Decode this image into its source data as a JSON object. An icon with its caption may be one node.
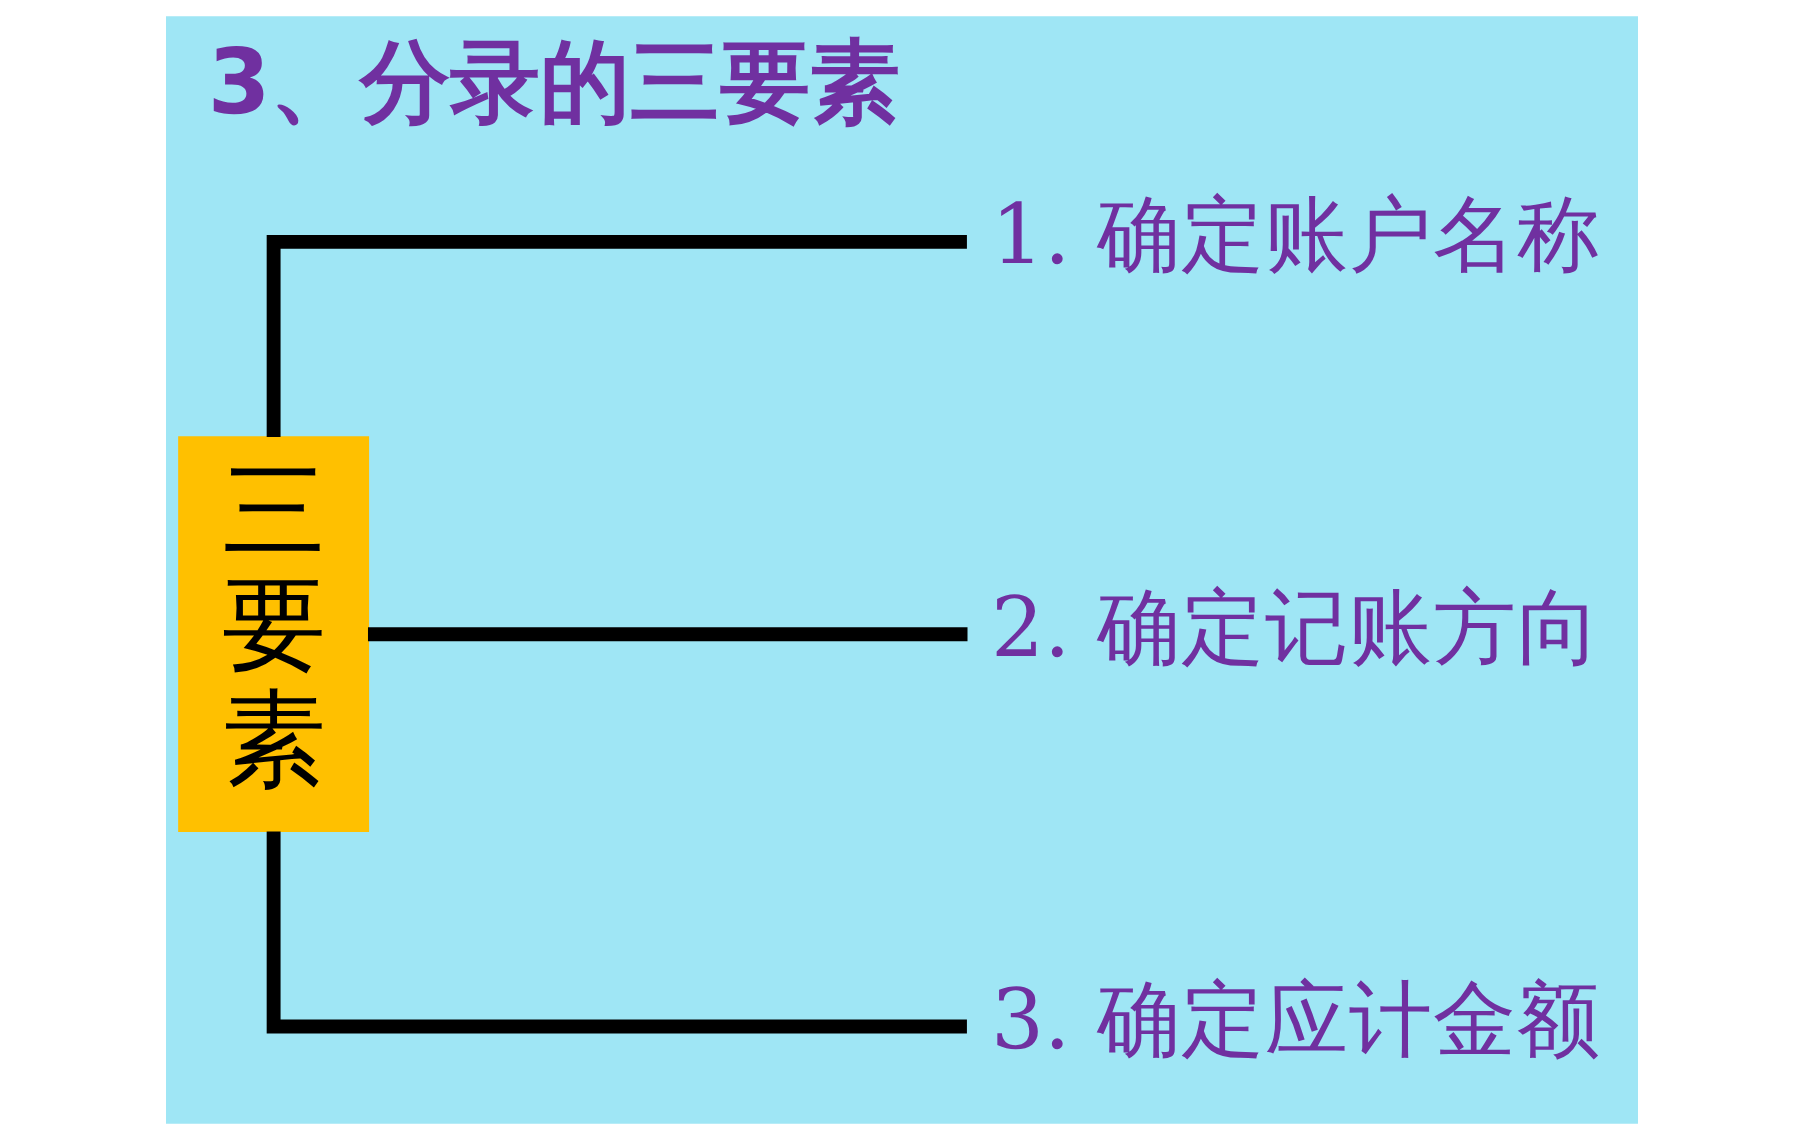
{
  "diagram": {
    "title": "3、分录的三要素",
    "nodes": [
      {
        "text": [
          "三要素"
        ]
      },
      {
        "text": [
          "1. 确定账户名称"
        ]
      },
      {
        "text": [
          "2. 确定记账方向"
        ]
      },
      {
        "text": [
          "3. 确定应计金额"
        ]
      }
    ],
    "edges": [
      {
        "from": 0,
        "to": 1,
        "arrow": "none"
      },
      {
        "from": 0,
        "to": 2,
        "arrow": "none"
      },
      {
        "from": 0,
        "to": 3,
        "arrow": "none"
      }
    ]
  }
}
